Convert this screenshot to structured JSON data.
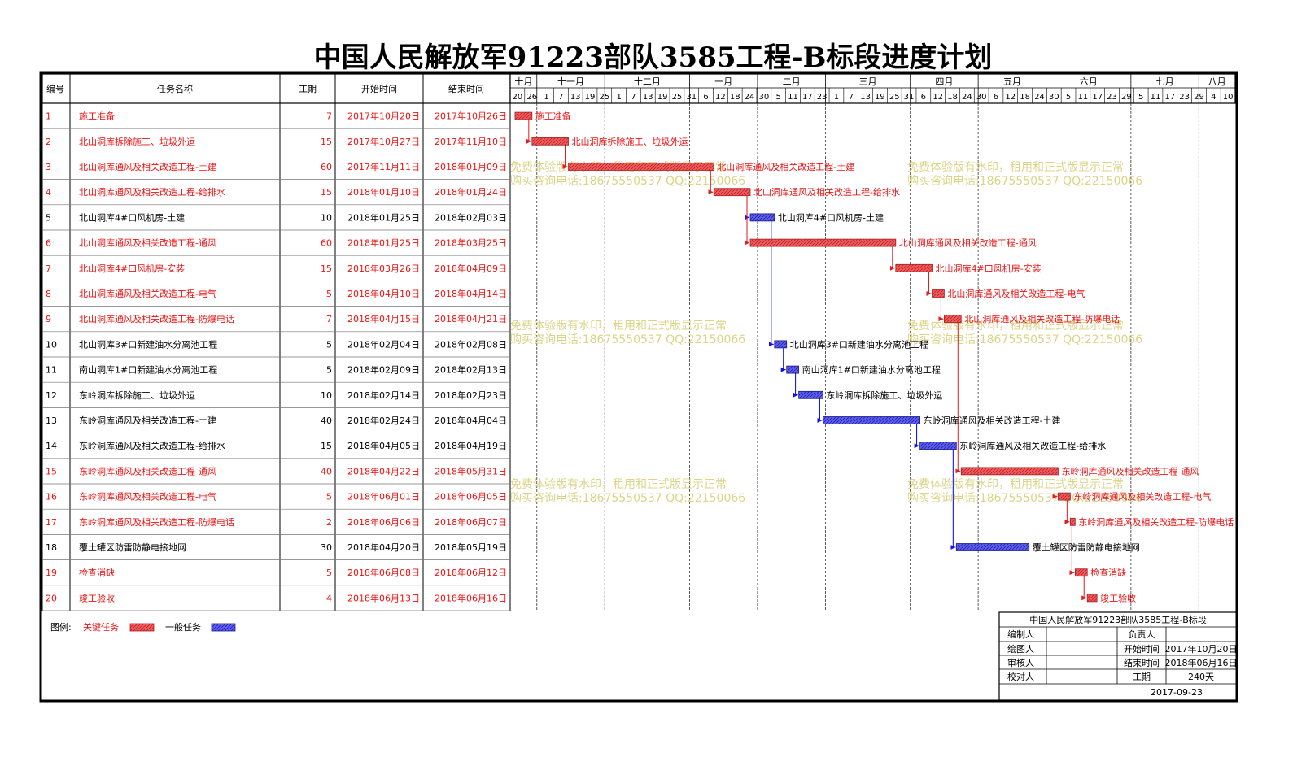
{
  "title": "中国人民解放军91223部队3585工程-B标段进度计划",
  "colors": {
    "critical": "#f2585b",
    "normal": "#4b4bef",
    "critical_text": "#ee1111",
    "watermark": "#d6cd72",
    "link_blue": "#0000ee"
  },
  "chart_data": {
    "type": "gantt",
    "columns": [
      "编号",
      "任务名称",
      "工期",
      "开始时间",
      "结束时间"
    ],
    "months": [
      "十月",
      "十一月",
      "十二月",
      "一月",
      "二月",
      "三月",
      "四月",
      "五月",
      "六月",
      "七月",
      "八月"
    ],
    "week_ticks": [
      "20",
      "26",
      "1",
      "7",
      "13",
      "19",
      "25",
      "1",
      "7",
      "13",
      "19",
      "25",
      "31",
      "6",
      "12",
      "18",
      "24",
      "30",
      "5",
      "11",
      "17",
      "23",
      "1",
      "7",
      "13",
      "19",
      "25",
      "31",
      "6",
      "12",
      "18",
      "24",
      "30",
      "6",
      "12",
      "18",
      "24",
      "30",
      "5",
      "11",
      "17",
      "23",
      "29",
      "5",
      "11",
      "17",
      "23",
      "29",
      "4",
      "10"
    ],
    "tasks": [
      {
        "id": "1",
        "name": "施工准备",
        "days": "7",
        "start": "2017年10月20日",
        "end": "2017年10月26日",
        "critical": true,
        "start_date": "2017-10-20",
        "end_date": "2017-10-26",
        "pred": []
      },
      {
        "id": "2",
        "name": "北山洞库拆除施工、垃圾外运",
        "days": "15",
        "start": "2017年10月27日",
        "end": "2017年11月10日",
        "critical": true,
        "start_date": "2017-10-27",
        "end_date": "2017-11-10",
        "pred": [
          1
        ]
      },
      {
        "id": "3",
        "name": "北山洞库通风及相关改造工程-土建",
        "days": "60",
        "start": "2017年11月11日",
        "end": "2018年01月09日",
        "critical": true,
        "start_date": "2017-11-11",
        "end_date": "2018-01-09",
        "pred": [
          2
        ]
      },
      {
        "id": "4",
        "name": "北山洞库通风及相关改造工程-给排水",
        "days": "15",
        "start": "2018年01月10日",
        "end": "2018年01月24日",
        "critical": true,
        "start_date": "2018-01-10",
        "end_date": "2018-01-24",
        "pred": [
          3
        ]
      },
      {
        "id": "5",
        "name": "北山洞库4#口风机房-土建",
        "days": "10",
        "start": "2018年01月25日",
        "end": "2018年02月03日",
        "critical": false,
        "start_date": "2018-01-25",
        "end_date": "2018-02-03",
        "pred": [
          4
        ]
      },
      {
        "id": "6",
        "name": "北山洞库通风及相关改造工程-通风",
        "days": "60",
        "start": "2018年01月25日",
        "end": "2018年03月25日",
        "critical": true,
        "start_date": "2018-01-25",
        "end_date": "2018-03-25",
        "pred": [
          4
        ]
      },
      {
        "id": "7",
        "name": "北山洞库4#口风机房-安装",
        "days": "15",
        "start": "2018年03月26日",
        "end": "2018年04月09日",
        "critical": true,
        "start_date": "2018-03-26",
        "end_date": "2018-04-09",
        "pred": [
          6
        ]
      },
      {
        "id": "8",
        "name": "北山洞库通风及相关改造工程-电气",
        "days": "5",
        "start": "2018年04月10日",
        "end": "2018年04月14日",
        "critical": true,
        "start_date": "2018-04-10",
        "end_date": "2018-04-14",
        "pred": [
          7
        ]
      },
      {
        "id": "9",
        "name": "北山洞库通风及相关改造工程-防爆电话",
        "days": "7",
        "start": "2018年04月15日",
        "end": "2018年04月21日",
        "critical": true,
        "start_date": "2018-04-15",
        "end_date": "2018-04-21",
        "pred": [
          8
        ]
      },
      {
        "id": "10",
        "name": "北山洞库3#口新建油水分离池工程",
        "days": "5",
        "start": "2018年02月04日",
        "end": "2018年02月08日",
        "critical": false,
        "start_date": "2018-02-04",
        "end_date": "2018-02-08",
        "pred": [
          5
        ]
      },
      {
        "id": "11",
        "name": "南山洞库1#口新建油水分离池工程",
        "days": "5",
        "start": "2018年02月09日",
        "end": "2018年02月13日",
        "critical": false,
        "start_date": "2018-02-09",
        "end_date": "2018-02-13",
        "pred": [
          10
        ]
      },
      {
        "id": "12",
        "name": "东岭洞库拆除施工、垃圾外运",
        "days": "10",
        "start": "2018年02月14日",
        "end": "2018年02月23日",
        "critical": false,
        "start_date": "2018-02-14",
        "end_date": "2018-02-23",
        "pred": [
          11
        ]
      },
      {
        "id": "13",
        "name": "东岭洞库通风及相关改造工程-土建",
        "days": "40",
        "start": "2018年02月24日",
        "end": "2018年04月04日",
        "critical": false,
        "start_date": "2018-02-24",
        "end_date": "2018-04-04",
        "pred": [
          12
        ]
      },
      {
        "id": "14",
        "name": "东岭洞库通风及相关改造工程-给排水",
        "days": "15",
        "start": "2018年04月05日",
        "end": "2018年04月19日",
        "critical": false,
        "start_date": "2018-04-05",
        "end_date": "2018-04-19",
        "pred": [
          13
        ]
      },
      {
        "id": "15",
        "name": "东岭洞库通风及相关改造工程-通风",
        "days": "40",
        "start": "2018年04月22日",
        "end": "2018年05月31日",
        "critical": true,
        "start_date": "2018-04-22",
        "end_date": "2018-05-31",
        "pred": [
          9
        ]
      },
      {
        "id": "16",
        "name": "东岭洞库通风及相关改造工程-电气",
        "days": "5",
        "start": "2018年06月01日",
        "end": "2018年06月05日",
        "critical": true,
        "start_date": "2018-06-01",
        "end_date": "2018-06-05",
        "pred": [
          15
        ]
      },
      {
        "id": "17",
        "name": "东岭洞库通风及相关改造工程-防爆电话",
        "days": "2",
        "start": "2018年06月06日",
        "end": "2018年06月07日",
        "critical": true,
        "start_date": "2018-06-06",
        "end_date": "2018-06-07",
        "pred": [
          16
        ]
      },
      {
        "id": "18",
        "name": "覆土罐区防雷防静电接地网",
        "days": "30",
        "start": "2018年04月20日",
        "end": "2018年05月19日",
        "critical": false,
        "start_date": "2018-04-20",
        "end_date": "2018-05-19",
        "pred": [
          14
        ]
      },
      {
        "id": "19",
        "name": "检查消缺",
        "days": "5",
        "start": "2018年06月08日",
        "end": "2018年06月12日",
        "critical": true,
        "start_date": "2018-06-08",
        "end_date": "2018-06-12",
        "pred": [
          17
        ]
      },
      {
        "id": "20",
        "name": "竣工验收",
        "days": "4",
        "start": "2018年06月13日",
        "end": "2018年06月16日",
        "critical": true,
        "start_date": "2018-06-13",
        "end_date": "2018-06-16",
        "pred": [
          19
        ]
      }
    ],
    "watermark": [
      "免费体验版有水印，租用和正式版显示正常",
      "购买咨询电话:18675550537 QQ:22150066"
    ]
  },
  "legend": {
    "label": "图例:",
    "critical": "关键任务",
    "normal": "一般任务"
  },
  "info": {
    "title": "中国人民解放军91223部队3585工程-B标段",
    "editor": "编制人",
    "owner": "负责人",
    "drawer": "绘图人",
    "start_label": "开始时间",
    "start_value": "2017年10月20日",
    "reviewer": "审核人",
    "end_label": "结束时间",
    "end_value": "2018年06月16日",
    "proofreader": "校对人",
    "duration_label": "工期",
    "duration_value": "240天",
    "date": "2017-09-23"
  }
}
